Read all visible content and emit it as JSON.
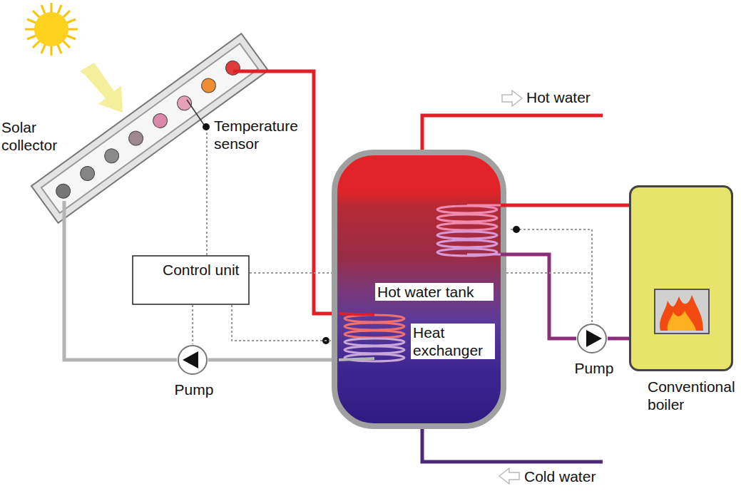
{
  "diagram": {
    "nodes": [
      {
        "text": [
          "Solar collector"
        ]
      },
      {
        "text": [
          "Control unit"
        ]
      },
      {
        "text": [
          "Hot water tank"
        ]
      },
      {
        "text": [
          "Heat exchanger"
        ],
        "in": 2
      },
      {
        "text": [
          "Conventional boiler"
        ]
      },
      {
        "text": [
          "Pump"
        ]
      },
      {
        "text": [
          "Pump"
        ]
      }
    ],
    "edges": [
      {
        "from": 0,
        "to": 3,
        "arrow": "none"
      },
      {
        "from": 3,
        "to": 5,
        "arrow": "none"
      },
      {
        "from": 5,
        "to": 0,
        "arrow": "none"
      },
      {
        "from": 4,
        "to": 2,
        "arrow": "none"
      },
      {
        "from": 2,
        "to": 6,
        "arrow": "none"
      },
      {
        "from": 6,
        "to": 4,
        "arrow": "none"
      },
      {
        "from": 1,
        "to": 0,
        "arrow": "none"
      },
      {
        "from": 1,
        "to": 3,
        "arrow": "none"
      },
      {
        "from": 1,
        "to": 6,
        "arrow": "none"
      },
      {
        "from": 1,
        "to": 5,
        "arrow": "none"
      }
    ],
    "labels": [
      "Temperature sensor",
      "Hot water",
      "Cold water"
    ]
  }
}
